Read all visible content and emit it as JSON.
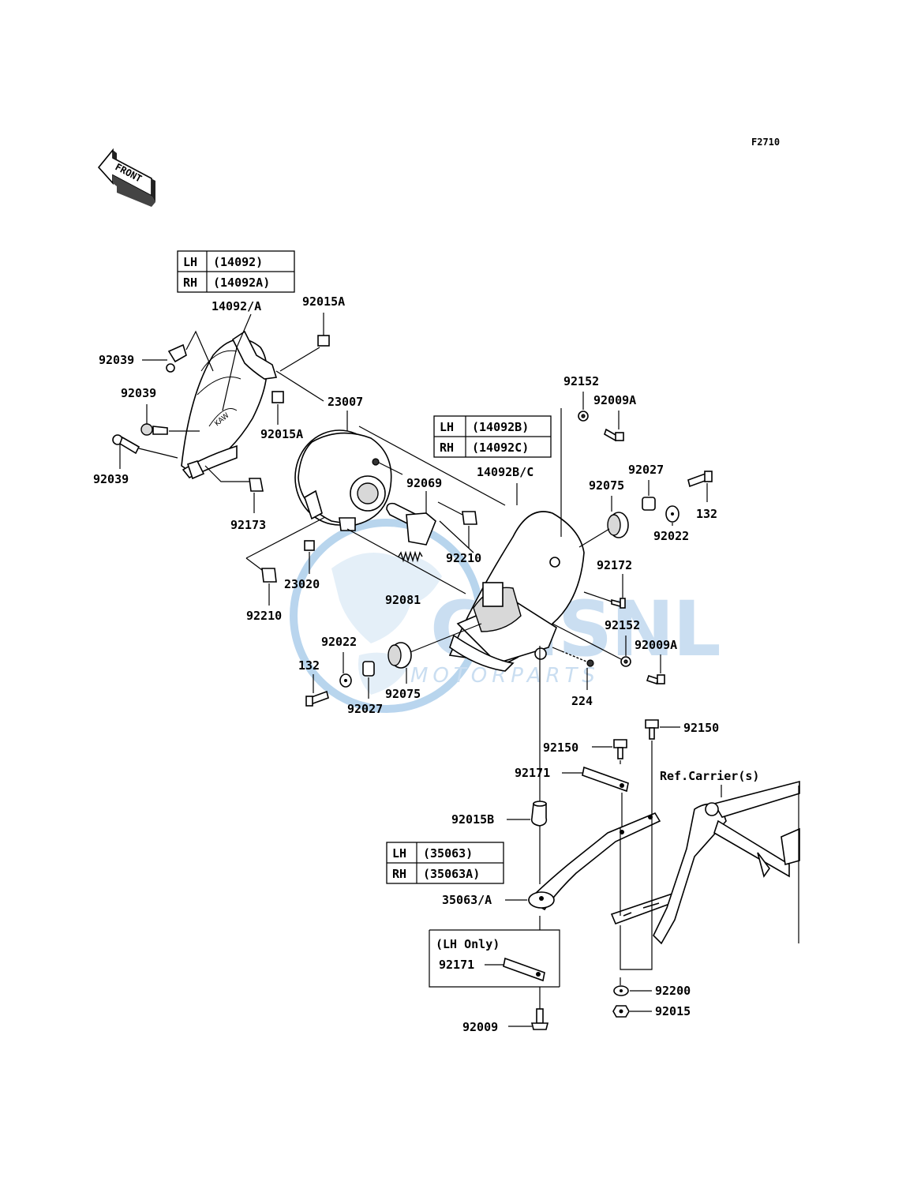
{
  "diagram_id": "F2710",
  "front_label": "FRONT",
  "watermark": {
    "brand": "CMSNL",
    "tagline": "MOTORPARTS",
    "colors": {
      "primary": "#7fb3e0",
      "light": "#cfe2f3"
    }
  },
  "tables": {
    "headlight_cover_left": [
      {
        "side": "LH",
        "part": "(14092)"
      },
      {
        "side": "RH",
        "part": "(14092A)"
      }
    ],
    "headlight_cover_right": [
      {
        "side": "LH",
        "part": "(14092B)"
      },
      {
        "side": "RH",
        "part": "(14092C)"
      }
    ],
    "bracket": [
      {
        "side": "LH",
        "part": "(35063)"
      },
      {
        "side": "RH",
        "part": "(35063A)"
      }
    ],
    "lh_only": {
      "title": "(LH Only)",
      "part": "92171"
    }
  },
  "callouts": {
    "c14092a": "14092/A",
    "c92015a_top": "92015A",
    "c92039_top": "92039",
    "c92039_mid": "92039",
    "c92039_bot": "92039",
    "c23007": "23007",
    "c92015a_mid": "92015A",
    "c92173": "92173",
    "c92152_top": "92152",
    "c92009a_top": "92009A",
    "c92027_r": "92027",
    "c92069": "92069",
    "c14092bc": "14092B/C",
    "c92075_r": "92075",
    "c132_r": "132",
    "c92022_r": "92022",
    "c92210_mid": "92210",
    "c23020": "23020",
    "c92172": "92172",
    "c92081": "92081",
    "c92210_l": "92210",
    "c92152_mid": "92152",
    "c92009a_mid": "92009A",
    "c92022_l": "92022",
    "c132_l": "132",
    "c92075_l": "92075",
    "c92027_l": "92027",
    "c224": "224",
    "c92150_r": "92150",
    "c92150_l": "92150",
    "c92171": "92171",
    "ref_carrier": "Ref.Carrier(s)",
    "c92015b": "92015B",
    "c35063a": "35063/A",
    "c92200": "92200",
    "c92015": "92015",
    "c92009": "92009"
  }
}
